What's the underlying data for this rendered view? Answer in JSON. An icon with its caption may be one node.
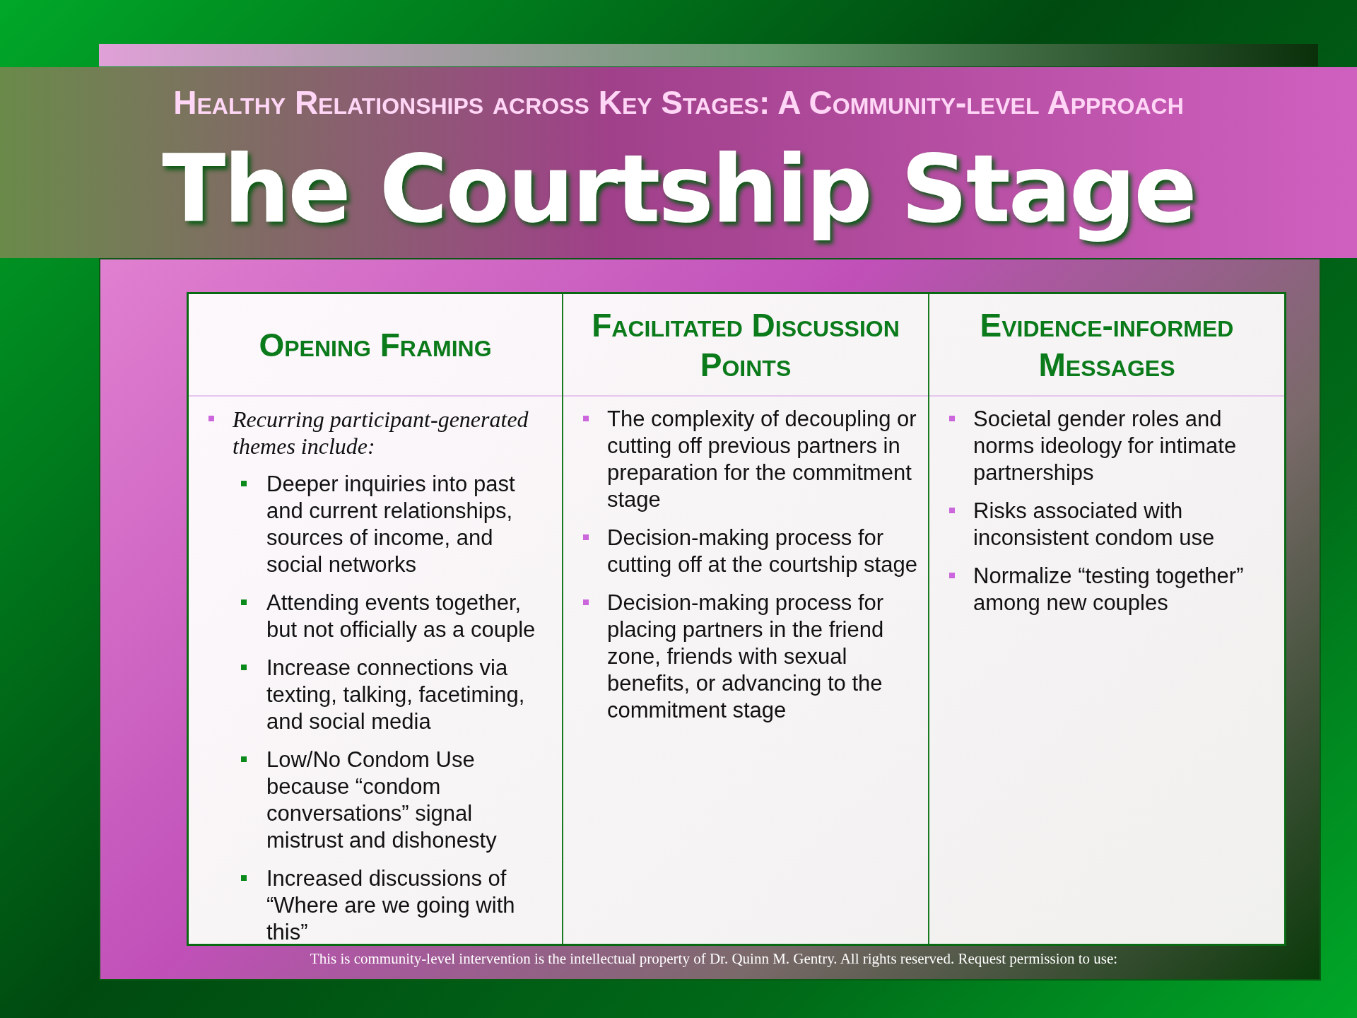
{
  "diagram": {
    "title": "The Courtship Stage",
    "labels": [
      "Healthy Relationships across Key Stages: A Community-level Approach"
    ],
    "caption": "This is community-level intervention is the intellectual property of Dr. Quinn M. Gentry.  All rights reserved.  Request permission to use:",
    "nodes": [
      {
        "text": [
          "Opening Framing",
          "Recurring participant-generated themes include:",
          "Deeper inquiries into past and current relationships, sources of income, and social networks",
          "Attending events together, but not officially as a couple",
          "Increase connections via texting, talking, facetiming, and social media",
          "Low/No Condom Use because “condom conversations” signal mistrust and dishonesty",
          "Increased discussions of “Where are we going with this”"
        ]
      },
      {
        "text": [
          "Facilitated Discussion Points",
          "The complexity of decoupling or cutting off previous partners in preparation for the commitment stage",
          "Decision-making process for cutting off at the courtship stage",
          "Decision-making process for placing partners in the friend zone, friends with sexual benefits, or advancing to the commitment stage"
        ]
      },
      {
        "text": [
          "Evidence-informed Messages",
          "Societal gender roles and norms ideology for intimate partnerships",
          "Risks associated with inconsistent condom use",
          "Normalize “testing together” among new couples"
        ]
      }
    ]
  }
}
